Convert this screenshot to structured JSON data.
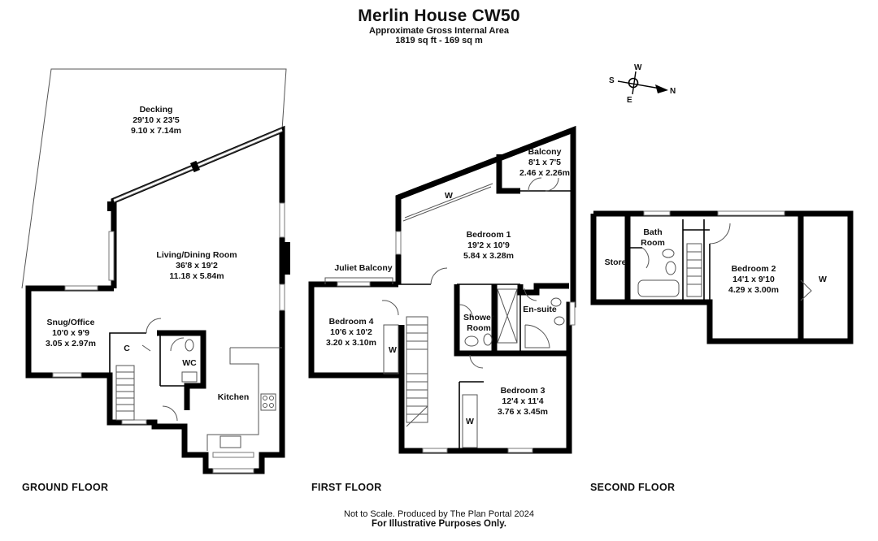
{
  "title": "Merlin House CW50",
  "area_caption": "Approximate Gross Internal Area",
  "area_value": "1819 sq ft - 169 sq m",
  "compass": {
    "n": "N",
    "s": "S",
    "e": "E",
    "w": "W"
  },
  "floors": {
    "ground": "GROUND FLOOR",
    "first": "FIRST FLOOR",
    "second": "SECOND FLOOR"
  },
  "rooms": {
    "decking": {
      "name": "Decking",
      "imperial": "29'10 x 23'5",
      "metric": "9.10 x 7.14m"
    },
    "living": {
      "name": "Living/Dining Room",
      "imperial": "36'8 x 19'2",
      "metric": "11.18 x 5.84m"
    },
    "snug": {
      "name": "Snug/Office",
      "imperial": "10'0 x 9'9",
      "metric": "3.05 x 2.97m"
    },
    "kitchen": {
      "name": "Kitchen"
    },
    "wc": {
      "name": "WC"
    },
    "cupboard": {
      "name": "C"
    },
    "balcony": {
      "name": "Balcony",
      "imperial": "8'1 x 7'5",
      "metric": "2.46 x 2.26m"
    },
    "bedroom1": {
      "name": "Bedroom 1",
      "imperial": "19'2 x 10'9",
      "metric": "5.84 x 3.28m"
    },
    "juliet": {
      "name": "Juliet Balcony"
    },
    "bedroom4": {
      "name": "Bedroom 4",
      "imperial": "10'6 x 10'2",
      "metric": "3.20 x 3.10m"
    },
    "shower": {
      "line1": "Shower",
      "line2": "Room"
    },
    "ensuite": {
      "name": "En-suite"
    },
    "bedroom3": {
      "name": "Bedroom 3",
      "imperial": "12'4 x 11'4",
      "metric": "3.76 x 3.45m"
    },
    "wardrobe": {
      "name": "W"
    },
    "bathroom": {
      "line1": "Bath",
      "line2": "Room"
    },
    "store": {
      "name": "Store"
    },
    "bedroom2": {
      "name": "Bedroom 2",
      "imperial": "14'1 x 9'10",
      "metric": "4.29 x 3.00m"
    }
  },
  "footer": {
    "line1": "Not to Scale. Produced by The Plan Portal 2024",
    "line2": "For Illustrative Purposes Only."
  }
}
